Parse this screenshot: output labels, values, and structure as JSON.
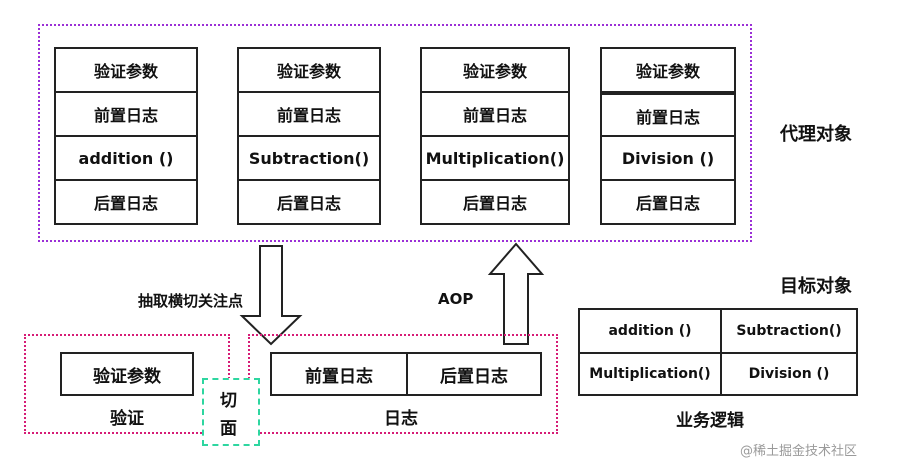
{
  "proxy": {
    "title": "代理对象",
    "columns": [
      {
        "cells": [
          "验证参数",
          "前置日志",
          "addition  ()",
          "后置日志"
        ]
      },
      {
        "cells": [
          "验证参数",
          "前置日志",
          "Subtraction()",
          "后置日志"
        ]
      },
      {
        "cells": [
          "验证参数",
          "前置日志",
          "Multiplication()",
          "后置日志"
        ]
      },
      {
        "cells": [
          "验证参数",
          "前置日志",
          "Division  ()",
          "后置日志"
        ]
      }
    ]
  },
  "arrows": {
    "extract_label": "抽取横切关注点",
    "aop_label": "AOP"
  },
  "verify": {
    "box_label": "验证参数",
    "group_label": "验证"
  },
  "aspect": {
    "line1": "切",
    "line2": "面"
  },
  "log": {
    "before": "前置日志",
    "after": "后置日志",
    "group_label": "日志"
  },
  "target": {
    "title": "目标对象",
    "cells": [
      "addition  ()",
      "Subtraction()",
      "Multiplication()",
      "Division  ()"
    ],
    "caption": "业务逻辑"
  },
  "watermark": "@稀土掘金技术社区",
  "colors": {
    "proxy_border": "#9b2fd6",
    "group_border": "#d61c76",
    "aspect_border": "#2ed6a0"
  }
}
